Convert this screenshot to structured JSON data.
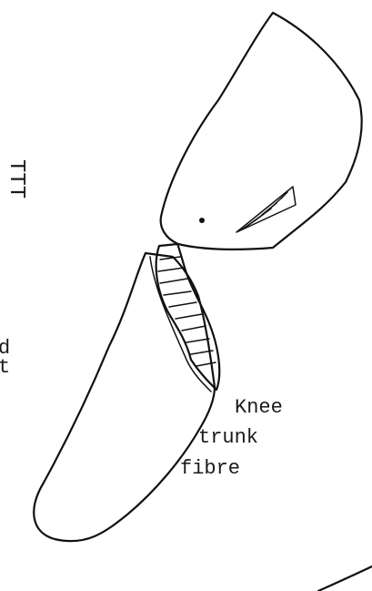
{
  "figure": {
    "label_lines": [
      "Knee",
      "trunk",
      "fibre"
    ],
    "left_vertical_fragment": "TTT",
    "left_edge_fragments": [
      "d",
      "t"
    ]
  }
}
